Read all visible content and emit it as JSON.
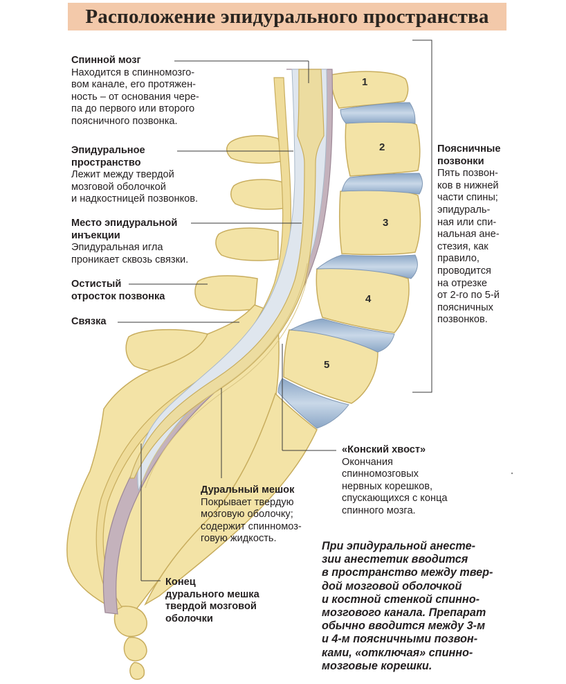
{
  "title": "Расположение эпидурального пространства",
  "labels": {
    "spinal_cord": {
      "heading": "Спинной мозг",
      "body": "Находится в спинномозго-\nвом канале, его протяжен-\nность – от основания чере-\nпа до первого или второго\nпоясничного позвонка."
    },
    "epidural_space": {
      "heading": "Эпидуральное\nпространство",
      "body": "Лежит между твердой\nмозговой оболочкой\nи надкостницей позвонков."
    },
    "injection_site": {
      "heading": "Место эпидуральной\nинъекции",
      "body": "Эпидуральная игла\nпроникает сквозь связки."
    },
    "spinous_process": {
      "heading": "Остистый\nотросток позвонка"
    },
    "ligament": {
      "heading": "Связка"
    },
    "lumbar_vertebrae": {
      "heading": "Поясничные\nпозвонки",
      "body": "Пять позвон-\nков в нижней\nчасти спины;\nэпидураль-\nная или спи-\nнальная ане-\nстезия, как\nправило,\nпроводится\nна отрезке\nот 2-го по 5-й\nпоясничных\nпозвонков."
    },
    "cauda_equina": {
      "heading": "«Конский хвост»",
      "body": "Окончания\nспинномозговых\nнервных корешков,\nспускающихся с конца\nспинного мозга."
    },
    "dural_sac": {
      "heading": "Дуральный мешок",
      "body": "Покрывает твердую\nмозговую оболочку;\nсодержит спинномоз-\nговую жидкость."
    },
    "dural_sac_end": {
      "heading": "Конец\nдурального мешка\nтвердой мозговой\nоболочки"
    }
  },
  "vertebra_numbers": [
    "1",
    "2",
    "3",
    "4",
    "5"
  ],
  "note": "При эпидуральной анесте-\nзии анестетик вводится\nв пространство между твер-\nдой мозговой оболочкой\nи костной стенкой спинно-\nмозгового канала. Препарат\nобычно вводится между 3-м\nи 4-м поясничными позвон-\nками, «отключая» спинно-\nмозговые корешки.",
  "colors": {
    "title_background": "#f3c9aa",
    "bone": "#f3e3a6",
    "bone_outline": "#c8ad5e",
    "disc": "#b9cce0",
    "dura": "#b8a6b0",
    "csf": "#dfe6ee",
    "spinal_cord": "#ecdca0"
  }
}
